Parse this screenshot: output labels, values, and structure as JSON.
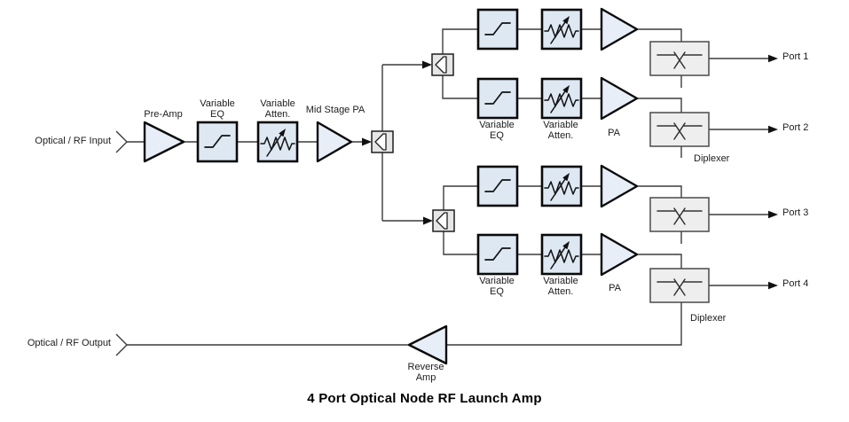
{
  "diagram": {
    "title": "4 Port Optical Node RF Launch Amp",
    "input_label": "Optical / RF Input",
    "output_label": "Optical / RF Output",
    "components": {
      "pre_amp": "Pre-Amp",
      "variable_eq": {
        "line1": "Variable",
        "line2": "EQ"
      },
      "variable_atten": {
        "line1": "Variable",
        "line2": "Atten."
      },
      "mid_stage_pa": "Mid Stage PA",
      "pa": "PA",
      "diplexer": "Diplexer",
      "reverse_amp": {
        "line1": "Reverse",
        "line2": "Amp"
      }
    },
    "ports": [
      {
        "label": "Port 1"
      },
      {
        "label": "Port 2"
      },
      {
        "label": "Port 3"
      },
      {
        "label": "Port 4"
      }
    ],
    "colors": {
      "active_component_fill": "#dde8f3",
      "amp_fill": "#e7eef7",
      "component_border": "#0a0a0a",
      "passive_fill": "#ececec",
      "passive_border": "#4a4a4a",
      "wire": "#3c3c3c",
      "text": "#1c1c1c",
      "background": "#ffffff"
    }
  }
}
